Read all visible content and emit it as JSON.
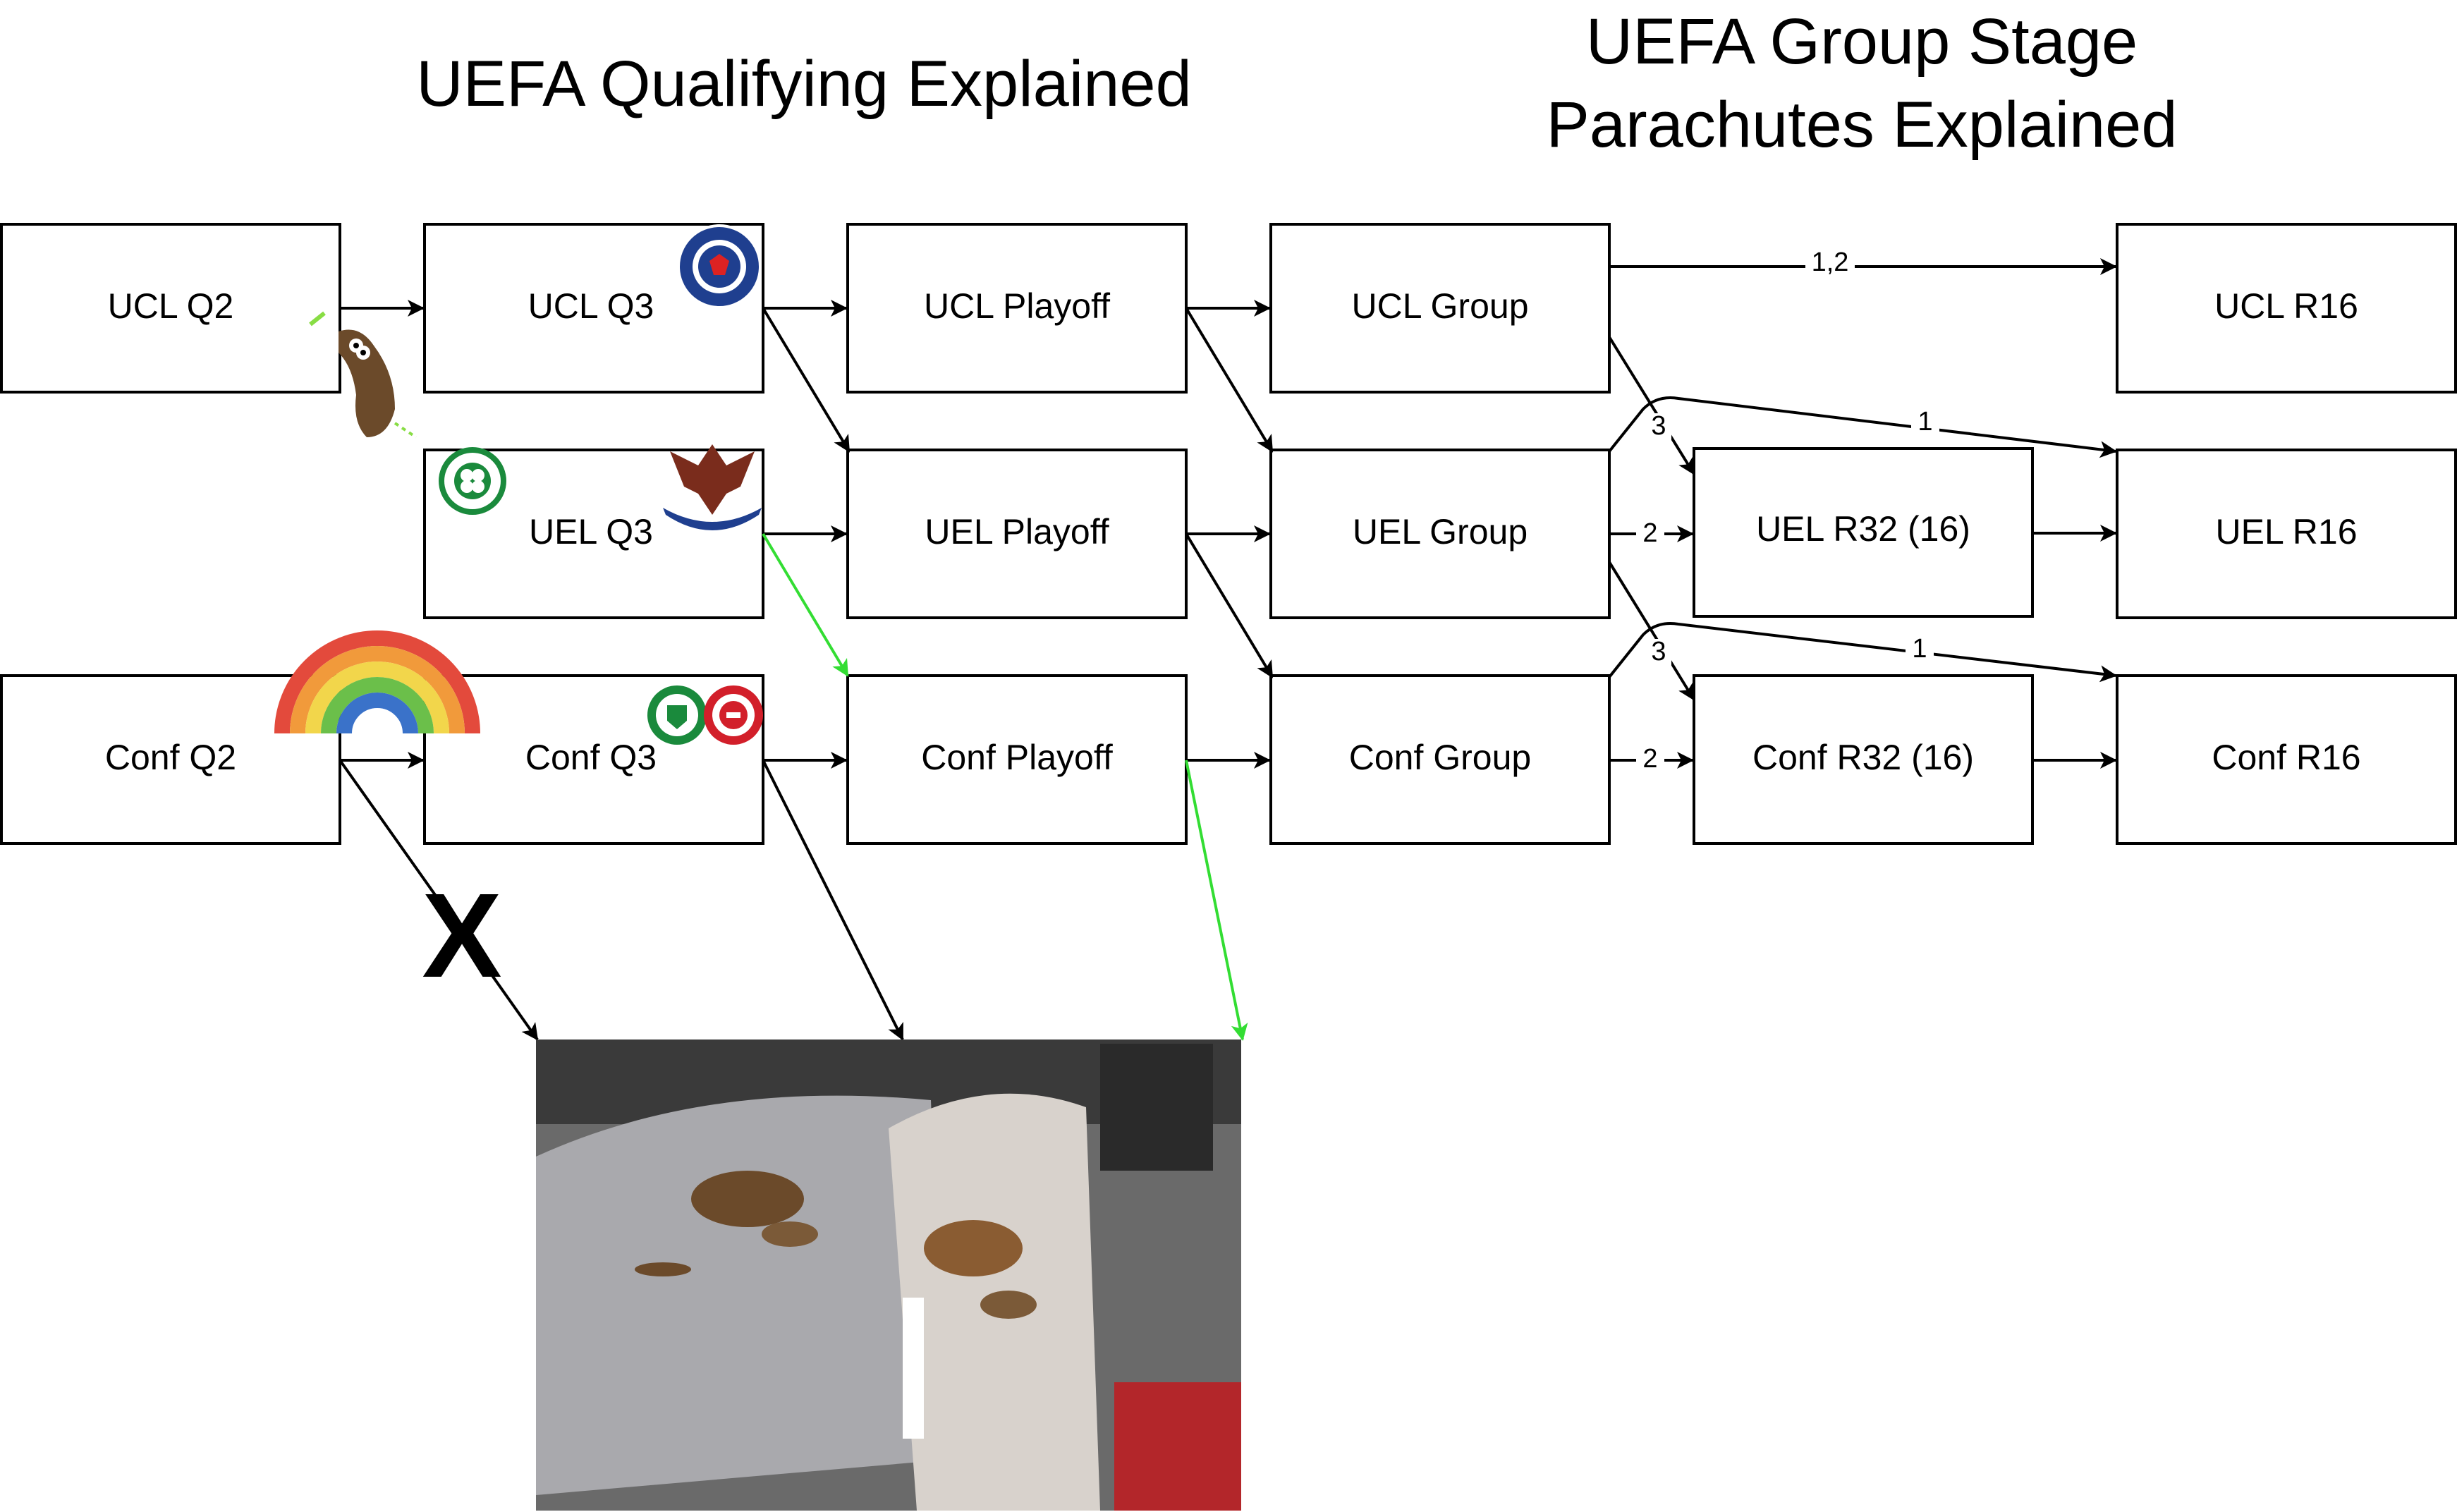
{
  "titles": {
    "qualifying": "UEFA Qualifying Explained",
    "group_stage": "UEFA Group Stage Parachutes Explained"
  },
  "nodes": {
    "ucl_q2": "UCL Q2",
    "ucl_q3": "UCL Q3",
    "ucl_playoff": "UCL Playoff",
    "ucl_group": "UCL Group",
    "ucl_r16": "UCL R16",
    "uel_q3": "UEL Q3",
    "uel_playoff": "UEL Playoff",
    "uel_group": "UEL Group",
    "uel_r32": "UEL R32 (16)",
    "uel_r16": "UEL R16",
    "conf_q2": "Conf Q2",
    "conf_q3": "Conf Q3",
    "conf_playoff": "Conf Playoff",
    "conf_group": "Conf Group",
    "conf_r32": "Conf R32 (16)",
    "conf_r16": "Conf R16"
  },
  "edge_labels": {
    "ucl_group_to_r16": "1,2",
    "ucl_group_to_uel_r32": "3",
    "uel_group_to_uel_r16": "1",
    "uel_group_to_uel_r32": "2",
    "uel_group_to_conf_r32": "3",
    "conf_group_to_conf_r16": "1",
    "conf_group_to_conf_r32": "2"
  },
  "annotations": {
    "cross_mark": "X"
  },
  "colors": {
    "edge": "#000000",
    "highlight_edge": "#33dd33"
  },
  "icons": [
    "rangers-crest-icon",
    "celtic-crest-icon",
    "st-johnstone-crest-icon",
    "hibernian-crest-icon",
    "aberdeen-crest-icon",
    "poop-character-icon",
    "rainbow-icon"
  ]
}
